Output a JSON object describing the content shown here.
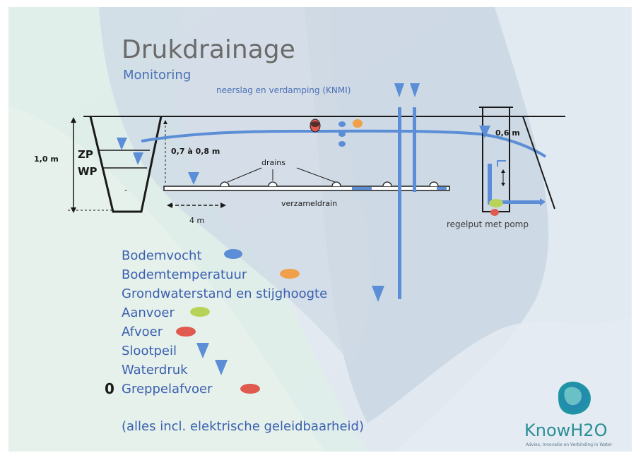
{
  "title": "Drukdrainage",
  "subtitle": "Monitoring",
  "labels": {
    "neerslag": "neerslag en verdamping (KNMI)",
    "depth_total": "1,0 m",
    "zp": "ZP",
    "wp": "WP",
    "depth_drain": "0,7 à 0,8 m",
    "drains": "drains",
    "verzameldrain": "verzameldrain",
    "spacing": "4 m",
    "depth_put": "0,6 m",
    "regelput": "regelput met pomp",
    "minus": "-"
  },
  "legend": [
    {
      "label": "Bodemvocht",
      "symbol": "blue-ellipse"
    },
    {
      "label": "Bodemtemperatuur",
      "symbol": "orange-ellipse"
    },
    {
      "label": "Grondwaterstand en stijghoogte",
      "symbol": "triangle"
    },
    {
      "label": "Aanvoer",
      "symbol": "green-ellipse"
    },
    {
      "label": "Afvoer",
      "symbol": "red-ellipse"
    },
    {
      "label": "Slootpeil",
      "symbol": "triangle"
    },
    {
      "label": "Waterdruk",
      "symbol": "triangle"
    },
    {
      "label": "Greppelafvoer",
      "symbol": "red-ellipse",
      "prefix": "0"
    }
  ],
  "footnote": "(alles incl. elektrische geleidbaarheid)",
  "logo": {
    "name": "KnowH2O",
    "tagline": "Advies, Innovatie en Verbinding in Water"
  },
  "colors": {
    "blue": "#5b8ed6",
    "orange": "#f0a04a",
    "green": "#b8d35a",
    "red": "#e05a50",
    "title": "#6a6a6a",
    "subtitle": "#4a6fb5",
    "legend_text": "#3b5fb0"
  }
}
